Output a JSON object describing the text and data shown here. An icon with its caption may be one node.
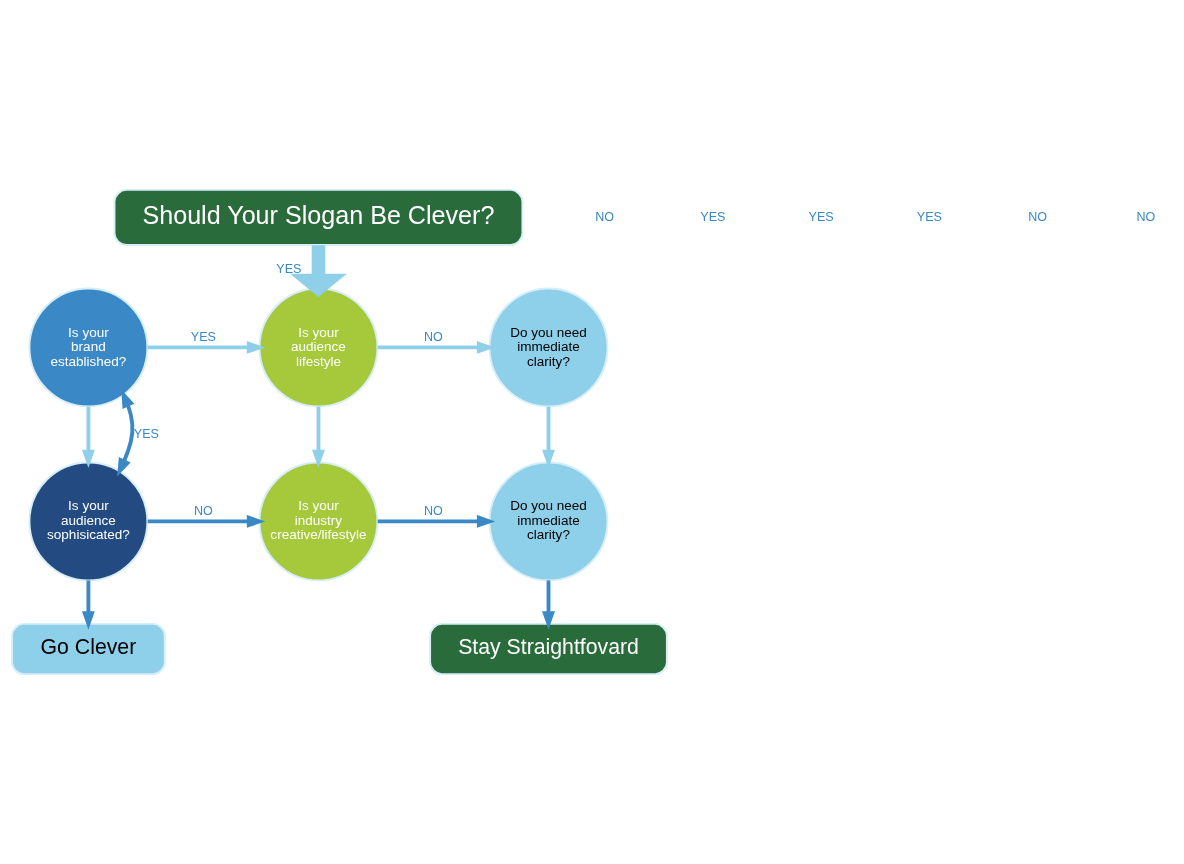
{
  "diagram": {
    "nodes": [
      {
        "text": [
          "Should Your Slogan Be Clever?"
        ]
      },
      {
        "text": [
          "Is your brand established?"
        ]
      },
      {
        "text": [
          "Is your audience lifestyle"
        ]
      },
      {
        "text": [
          "Do you need immediate clarity?"
        ]
      },
      {
        "text": [
          "Is your audience sophisicated?"
        ]
      },
      {
        "text": [
          "Is your industry creative/lifestyle"
        ]
      },
      {
        "text": [
          "Do you need immediate clarity?"
        ]
      },
      {
        "text": [
          "Go Clever"
        ]
      },
      {
        "text": [
          "Stay Straightfovard"
        ]
      }
    ],
    "edges": [
      {
        "from": 0,
        "to": 2,
        "arrow": "to",
        "label": "YES",
        "style": "thick"
      },
      {
        "from": 4,
        "to": 1,
        "arrow": "both",
        "label": "YES",
        "color": "#3a88c5"
      },
      {
        "from": 1,
        "to": 2,
        "arrow": "to",
        "label": "YES"
      },
      {
        "from": 2,
        "to": 3,
        "arrow": "to",
        "label": "NO"
      },
      {
        "from": 1,
        "to": 4,
        "arrow": "to"
      },
      {
        "from": 2,
        "to": 5,
        "arrow": "to"
      },
      {
        "from": 3,
        "to": 6,
        "arrow": "to"
      },
      {
        "from": 4,
        "to": 5,
        "arrow": "to",
        "label": "NO",
        "color": "#3a88c5"
      },
      {
        "from": 5,
        "to": 6,
        "arrow": "to",
        "label": "NO",
        "color": "#3a88c5"
      },
      {
        "from": 4,
        "to": 7,
        "arrow": "to",
        "color": "#3a88c5"
      },
      {
        "from": 6,
        "to": 8,
        "arrow": "to",
        "color": "#3a88c5"
      }
    ],
    "labels": [
      "NO",
      "YES",
      "YES",
      "YES",
      "NO",
      "NO"
    ]
  }
}
